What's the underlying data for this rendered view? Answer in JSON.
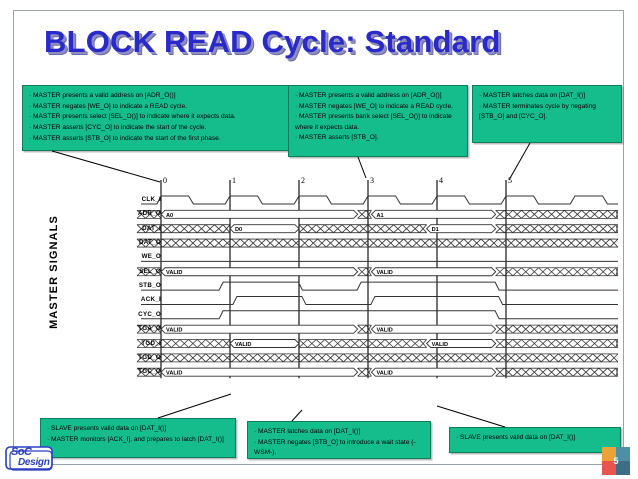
{
  "slide": {
    "title": "BLOCK READ Cycle: Standard",
    "page_number": "5",
    "logo_line1": "SoC",
    "logo_line2": "Design",
    "vertical_label": "MASTER SIGNALS",
    "title_color": "#2A2ACB",
    "callout_color": "#15BD8D"
  },
  "callouts": {
    "top_left": {
      "name": "master-initiates-block-read",
      "lines": [
        "· MASTER presents a valid address on [ADR_O()]",
        "· MASTER negates [WE_O] to indicate a READ cycle.",
        "· MASTER presents  select [SEL_O()] to indicate where it expects data.",
        "· MASTER asserts [CYC_O]  to indicate the start of the cycle.",
        "· MASTER asserts [STB_O] to indicate the start of the first phase."
      ]
    },
    "top_middle": {
      "name": "master-second-phase",
      "lines": [
        "· MASTER presents a valid address on [ADR_O()]",
        "· MASTER negates [WE_O] to indicate a READ cycle.",
        "· MASTER presents bank select [SEL_O()] to indicate where it expects data.",
        "· MASTER asserts [STB_O]."
      ]
    },
    "top_right": {
      "name": "master-terminates-cycle",
      "lines": [
        "· MASTER latches data on [DAT_I()]",
        "· MASTER terminates cycle by negating [STB_O] and [CYC_O]."
      ]
    },
    "bottom_left": {
      "name": "slave-presents-data-monitors-ack",
      "lines": [
        "· SLAVE presents valid data on [DAT_I()]",
        "· MASTER monitors [ACK_I], and prepares to latch [DAT_I()]"
      ]
    },
    "bottom_middle": {
      "name": "master-latches-and-inserts-wait-state",
      "lines": [
        "· MASTER latches data on [DAT_I()]",
        "· MASTER negates [STB_O] to introduce a wait state (-WSM-)."
      ]
    },
    "bottom_right": {
      "name": "slave-presents-valid-data",
      "lines": [
        "· SLAVE presents valid data on [DAT_I()]"
      ]
    }
  },
  "timing": {
    "cycle_labels": [
      "0",
      "1",
      "2",
      "3",
      "4",
      "5"
    ],
    "signals": [
      {
        "name": "CLK_I",
        "type": "clock"
      },
      {
        "name": "ADR_O",
        "type": "bus",
        "segments": [
          {
            "label": "A0",
            "start": 0,
            "end": 2.85
          },
          {
            "label": "A1",
            "start": 3.05,
            "end": 4.85
          }
        ]
      },
      {
        "name": "DAT_I",
        "type": "bus",
        "segments": [
          {
            "label": "D0",
            "start": 1.0,
            "end": 2.0
          },
          {
            "label": "D1",
            "start": 3.85,
            "end": 4.85
          }
        ]
      },
      {
        "name": "DAT_O",
        "type": "bus",
        "segments": []
      },
      {
        "name": "WE_O",
        "type": "level",
        "transitions": [
          {
            "at": 0.0,
            "value": "low"
          }
        ]
      },
      {
        "name": "SEL_O",
        "type": "bus",
        "segments": [
          {
            "label": "VALID",
            "start": 0,
            "end": 2.85
          },
          {
            "label": "VALID",
            "start": 3.05,
            "end": 4.85
          }
        ]
      },
      {
        "name": "STB_O",
        "type": "level",
        "transitions": [
          {
            "at": 0.9,
            "value": "high"
          },
          {
            "at": 2.05,
            "value": "low"
          },
          {
            "at": 2.9,
            "value": "high"
          },
          {
            "at": 4.9,
            "value": "low"
          }
        ]
      },
      {
        "name": "ACK_I",
        "type": "level",
        "transitions": [
          {
            "at": 1.1,
            "value": "high"
          },
          {
            "at": 2.1,
            "value": "low"
          },
          {
            "at": 3.1,
            "value": "high"
          },
          {
            "at": 4.95,
            "value": "low"
          }
        ]
      },
      {
        "name": "CYC_O",
        "type": "level",
        "transitions": [
          {
            "at": 0.9,
            "value": "high"
          },
          {
            "at": 4.9,
            "value": "low"
          }
        ]
      },
      {
        "name": "TGA_O",
        "type": "bus",
        "segments": [
          {
            "label": "VALID",
            "start": 0,
            "end": 2.85
          },
          {
            "label": "VALID",
            "start": 3.05,
            "end": 4.85
          }
        ]
      },
      {
        "name": "TGD_I",
        "type": "bus",
        "segments": [
          {
            "label": "VALID",
            "start": 1.0,
            "end": 2.0
          },
          {
            "label": "VALID",
            "start": 3.85,
            "end": 4.85
          }
        ]
      },
      {
        "name": "TGD_O",
        "type": "bus",
        "segments": []
      },
      {
        "name": "TGC_O",
        "type": "bus",
        "segments": [
          {
            "label": "VALID",
            "start": 0,
            "end": 2.85
          },
          {
            "label": "VALID",
            "start": 3.05,
            "end": 4.85
          }
        ]
      }
    ]
  }
}
